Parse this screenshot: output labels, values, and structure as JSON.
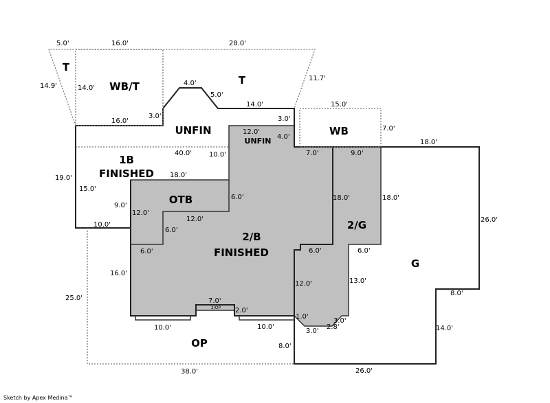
{
  "areas": {
    "t_left": "T",
    "wb_t": "WB/T",
    "t_top": "T",
    "unfin": "UNFIN",
    "unfin_small": "UNFIN",
    "wb": "WB",
    "b1": "1B",
    "b1_finished": "FINISHED",
    "otb": "OTB",
    "b2": "2/B",
    "b2_finished": "FINISHED",
    "g2": "2/G",
    "g": "G",
    "op": "OP",
    "op2": "2/OP"
  },
  "dimensions": [
    "5.0'",
    "16.0'",
    "28.0'",
    "14.9'",
    "14.0'",
    "11.7'",
    "4.0'",
    "5.0'",
    "16.0'",
    "3.0'",
    "14.0'",
    "3.0'",
    "12.0'",
    "4.0'",
    "15.0'",
    "7.0'",
    "18.0'",
    "40.0'",
    "10.0'",
    "7.0'",
    "9.0'",
    "19.0'",
    "15.0'",
    "18.0'",
    "9.0'",
    "12.0'",
    "6.0'",
    "12.0'",
    "10.0'",
    "6.0'",
    "6.0'",
    "18.0'",
    "18.0'",
    "26.0'",
    "6.0'",
    "6.0'",
    "16.0'",
    "12.0'",
    "13.0'",
    "25.0'",
    "8.0'",
    "7.0'",
    "2.0'",
    "1.0'",
    "3.0'",
    "2.8'",
    "3.0'",
    "14.0'",
    "10.0'",
    "10.0'",
    "8.0'",
    "38.0'",
    "26.0'"
  ],
  "footer": "Sketch by Apex Medina™"
}
